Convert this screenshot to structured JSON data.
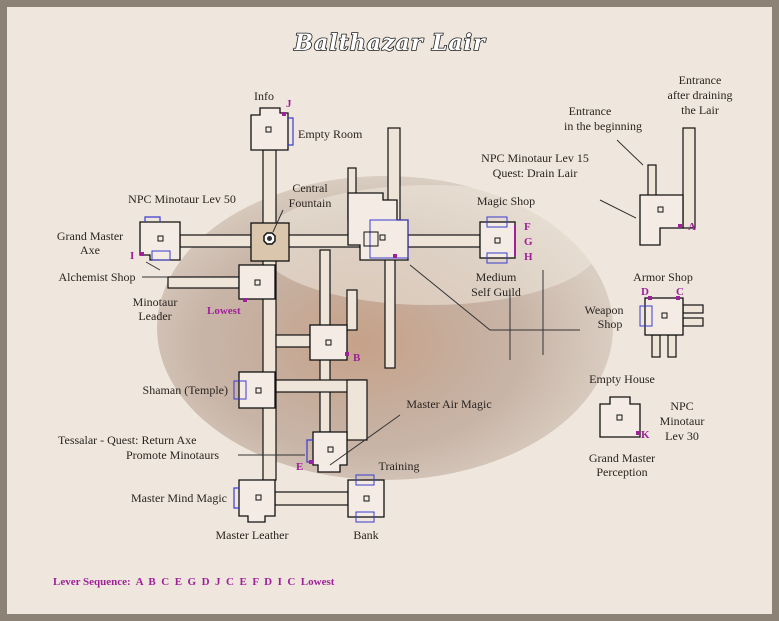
{
  "title": "Balthazar Lair",
  "labels": {
    "info": "Info",
    "empty_room": "Empty Room",
    "npc_minotaur_50": "NPC Minotaur Lev 50",
    "central_fountain_1": "Central",
    "central_fountain_2": "Fountain",
    "gm_axe_1": "Grand Master",
    "gm_axe_2": "Axe",
    "alchemist": "Alchemist Shop",
    "minotaur_leader_1": "Minotaur",
    "minotaur_leader_2": "Leader",
    "magic_shop": "Magic Shop",
    "medium_self_1": "Medium",
    "medium_self_2": "Self Guild",
    "npc_minotaur_15": "NPC Minotaur Lev 15",
    "quest_drain": "Quest: Drain Lair",
    "entrance_begin_1": "Entrance",
    "entrance_begin_2": "in the beginning",
    "entrance_after_1": "Entrance",
    "entrance_after_2": "after draining",
    "entrance_after_3": "the Lair",
    "armor_shop": "Armor Shop",
    "weapon_shop_1": "Weapon",
    "weapon_shop_2": "Shop",
    "empty_house": "Empty House",
    "npc_minotaur_30_1": "NPC",
    "npc_minotaur_30_2": "Minotaur",
    "npc_minotaur_30_3": "Lev 30",
    "gm_perception_1": "Grand Master",
    "gm_perception_2": "Perception",
    "shaman": "Shaman  (Temple)",
    "master_air": "Master Air Magic",
    "tessalar": "Tessalar - Quest: Return Axe",
    "promote": "Promote Minotaurs",
    "training": "Training",
    "master_mind": "Master Mind Magic",
    "master_leather": "Master Leather",
    "bank": "Bank"
  },
  "levers": {
    "A": "A",
    "B": "B",
    "C": "C",
    "D": "D",
    "E": "E",
    "F": "F",
    "G": "G",
    "H": "H",
    "I": "I",
    "J": "J",
    "K": "K",
    "lowest": "Lowest"
  },
  "lever_sequence": "Lever Sequence:  A  B  C  E  G  D  J  C  E  F  D  I  C  Lowest",
  "colors": {
    "lever": "#a0209a",
    "door": "#3b3bd0",
    "parchment": "#efe7dd"
  }
}
